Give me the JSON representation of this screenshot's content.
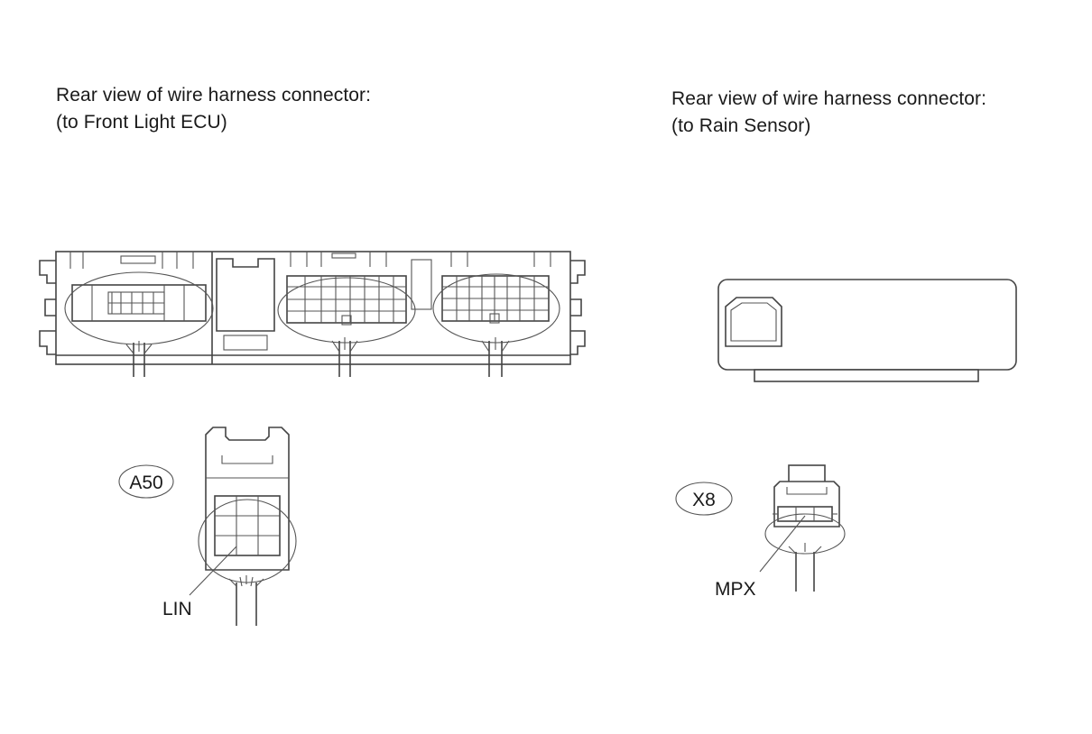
{
  "captions": {
    "left": {
      "line1": "Rear view of wire harness connector:",
      "line2": "(to Front Light ECU)"
    },
    "right": {
      "line1": "Rear view of wire harness connector:",
      "line2": "(to Rain Sensor)"
    }
  },
  "connectors": {
    "a50": {
      "id": "A50",
      "terminal": "LIN"
    },
    "x8": {
      "id": "X8",
      "terminal": "MPX"
    }
  }
}
